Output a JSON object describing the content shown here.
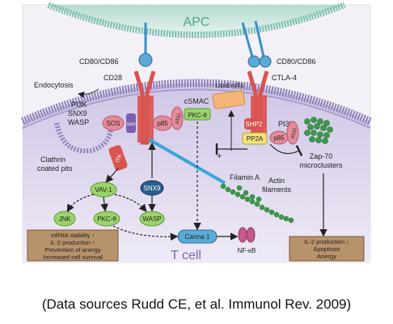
{
  "figure": {
    "apc_label": "APC",
    "tcell_label": "T cell",
    "cd80_left": "CD80/CD86",
    "cd80_right": "CD80/CD86",
    "cd28_label": "CD28",
    "ctla4_label": "CTLA-4",
    "endocytosis": "Endocytosis",
    "pi3k_left": "PI3K",
    "snx9_left": "SNX9",
    "wasp_left": "WASP",
    "clathrin_line1": "Clathrin",
    "clathrin_line2": "coated pits",
    "sos": "SOS",
    "grb2": "Grb2",
    "p85_left": "p85",
    "p110_left": "p110",
    "itk": "ITK",
    "csmac": "cSMAC",
    "pkc_theta_top": "PKC-θ",
    "lipid_rafts": "Lipid rafts",
    "shp2": "SHP2",
    "pp2a": "PP2A",
    "pi3k_right": "PI3K",
    "p85_right": "p85",
    "p110_right": "p110",
    "zap70_line1": "Zap-70",
    "zap70_line2": "microclusters",
    "filamin": "Filamin A",
    "actin_line1": "Actin",
    "actin_line2": "filaments",
    "vav1": "VAV-1",
    "snx9_lower": "SNX9",
    "jnk": "JNK",
    "pkc_theta_lower": "PKC-θ",
    "wasp_lower": "WASP",
    "carma": "Carma 1",
    "nfkb": "NF-κB",
    "plus_sign": "+",
    "left_box": [
      "mRNA stability ↑",
      "IL-2 production ↑",
      "Prevention of anergy",
      "Increased cell survival"
    ],
    "right_box": [
      "IL-2 production ↓",
      "Apoptosis",
      "Anergy"
    ]
  },
  "caption": "(Data sources Rudd CE, et al. Immunol Rev. 2009)",
  "colors": {
    "apc_fill": "#cfe6df",
    "tcell_fill": "#d8d0ea",
    "membrane": "#8c7fb8",
    "receptor": "#d9534f",
    "green_node": "#9bd36a",
    "pink_node": "#e58b9a",
    "blue_ligand": "#5aa9d6",
    "outcome_box": "#b8926a"
  }
}
